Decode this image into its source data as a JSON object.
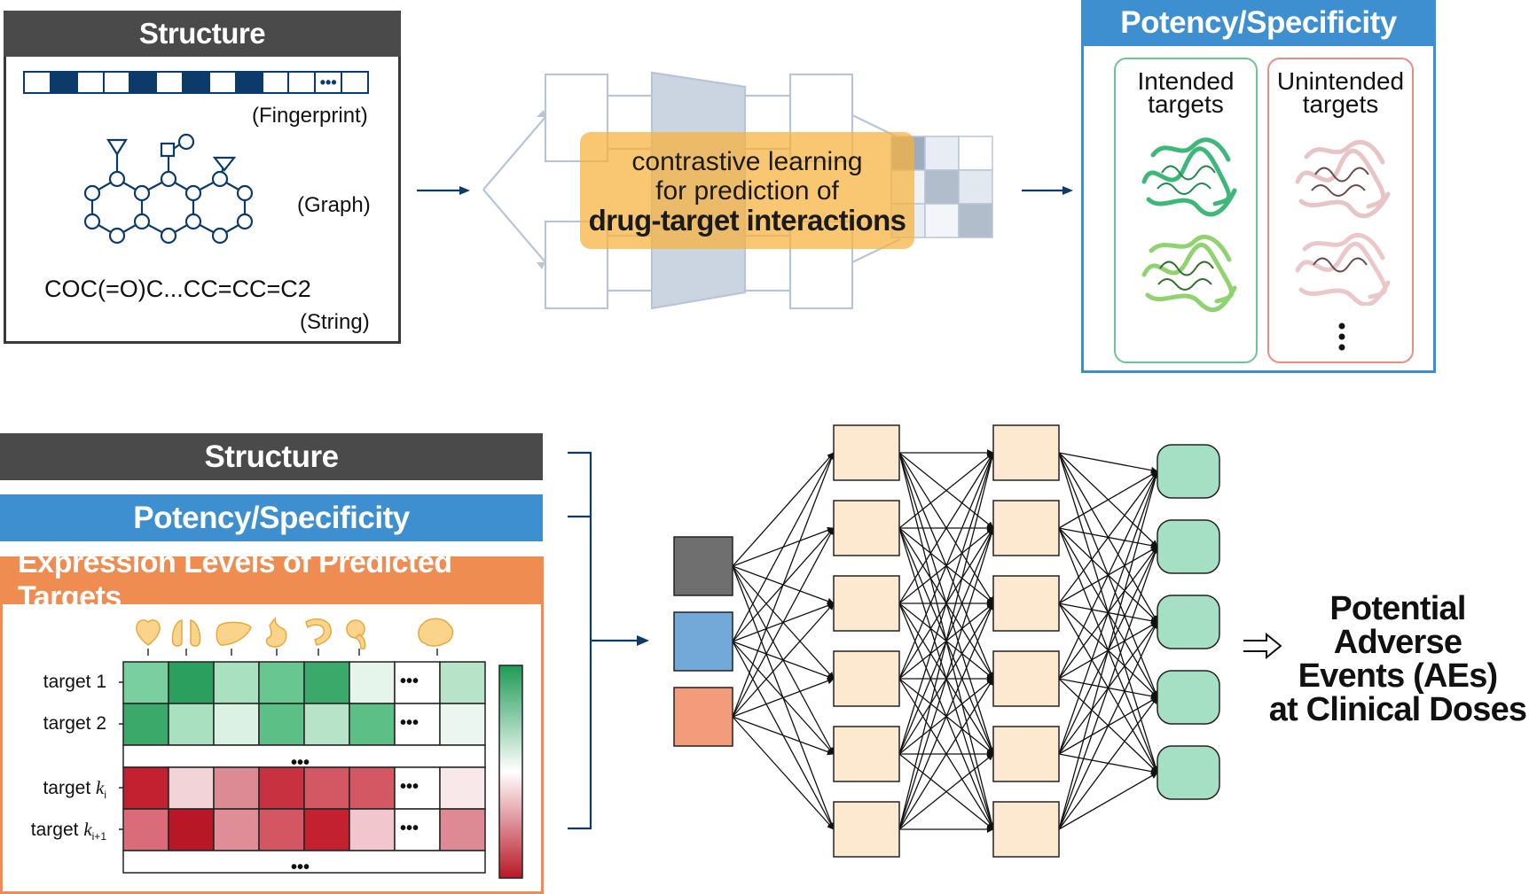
{
  "top_left": {
    "title": "Structure",
    "fingerprint_label": "(Fingerprint)",
    "graph_label": "(Graph)",
    "smiles": "COC(=O)C...CC=CC=C2",
    "string_label": "(String)",
    "fingerprint_bits": [
      0,
      1,
      0,
      0,
      1,
      0,
      1,
      0,
      1,
      0,
      0,
      "..."
    ]
  },
  "center_top": {
    "line1": "contrastive learning",
    "line2": "for prediction of",
    "line3": "drug-target interactions"
  },
  "top_right": {
    "title": "Potency/Specificity",
    "intended_line1": "Intended",
    "intended_line2": "targets",
    "unintended_line1": "Unintended",
    "unintended_line2": "targets"
  },
  "bottom_left": {
    "structure_bar": "Structure",
    "potency_bar": "Potency/Specificity",
    "expression_title": "Expression Levels of Predicted Targets",
    "row1": "target 1",
    "row2": "target 2",
    "row3_prefix": "target ",
    "row3_var": "k",
    "row3_sub": "i",
    "row4_prefix": "target ",
    "row4_var": "k",
    "row4_sub": "i+1",
    "ellipsis": "•••",
    "organs": [
      "heart-icon",
      "lungs-icon",
      "liver-icon",
      "stomach-icon",
      "intestine-icon",
      "pancreas-icon",
      "brain-icon"
    ],
    "heatmap_colors": {
      "green_rows": [
        [
          "#79cfa0",
          "#2a9f5e",
          "#a8e0c0",
          "#68c690",
          "#3aa96a",
          "#e6f5ec",
          "dots",
          "#b7e4c9"
        ],
        [
          "#3aa96a",
          "#a8e0c0",
          "#daf1e4",
          "#5bbf86",
          "#b7e4c9",
          "#5bbf86",
          "dots",
          "#eaf6ef"
        ]
      ],
      "red_rows": [
        [
          "#c3212f",
          "#f2d4d8",
          "#dc8a94",
          "#c83140",
          "#d45864",
          "#d45864",
          "dots",
          "#f8e8ea"
        ],
        [
          "#d96c78",
          "#b81726",
          "#df8e98",
          "#d25763",
          "#c3212f",
          "#f1c6cc",
          "dots",
          "#de8a95"
        ]
      ]
    }
  },
  "right": {
    "line1": "Potential Adverse",
    "line2": "Events (AEs)",
    "line3": "at Clinical Doses"
  },
  "colors": {
    "dark_gray": "#4a4a4a",
    "blue": "#3d8fd0",
    "orange": "#ef8c52",
    "navy": "#0b3a6b",
    "peach_node": "#fde8d0",
    "green_node": "#a6e0c4"
  }
}
